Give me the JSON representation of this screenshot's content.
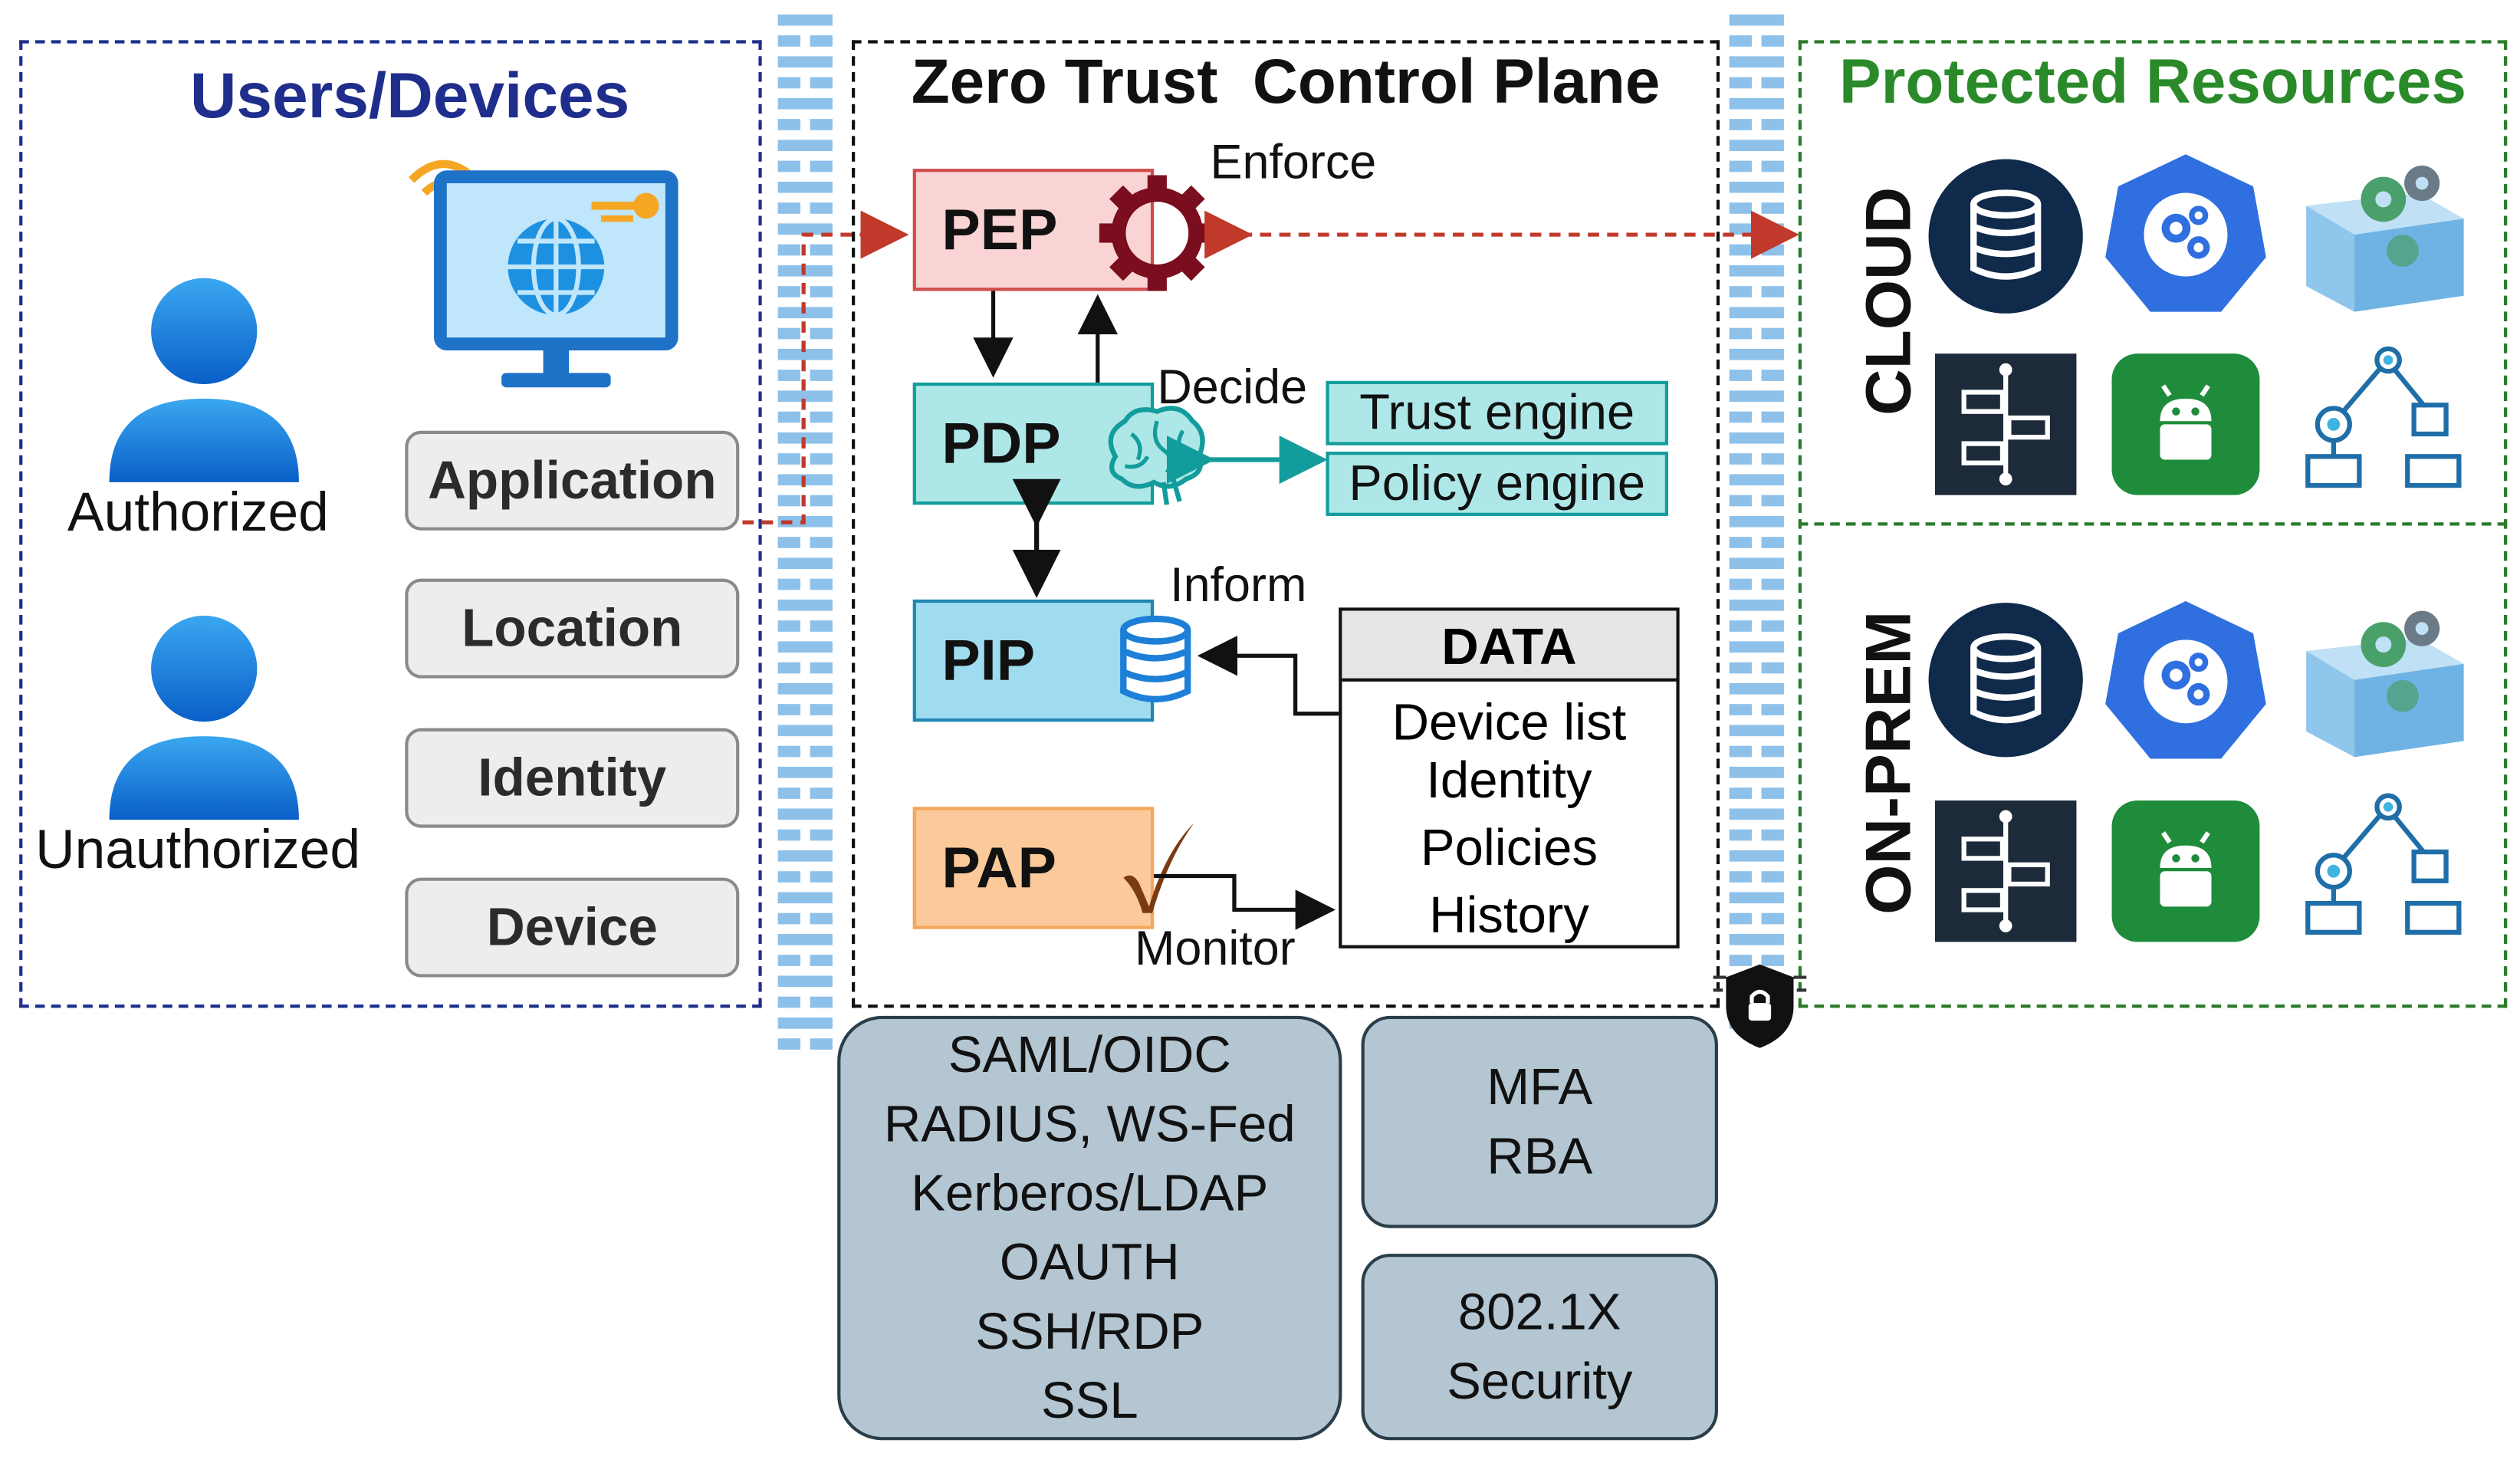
{
  "users_panel": {
    "title": "Users/Devices",
    "authorized_label": "Authorized",
    "unauthorized_label": "Unauthorized",
    "attributes": [
      "Application",
      "Location",
      "Identity",
      "Device"
    ]
  },
  "control_plane": {
    "title": "Zero Trust  Control Plane",
    "components": {
      "pep": "PEP",
      "pdp": "PDP",
      "pip": "PIP",
      "pap": "PAP"
    },
    "actions": {
      "enforce": "Enforce",
      "decide": "Decide",
      "inform": "Inform",
      "monitor": "Monitor"
    },
    "engines": [
      "Trust engine",
      "Policy engine"
    ],
    "data_box": {
      "header": "DATA",
      "items": [
        "Device list",
        "Identity",
        "Policies",
        "History"
      ]
    }
  },
  "resources_panel": {
    "title": "Protected Resources",
    "sections": [
      "CLOUD",
      "ON-PREM"
    ]
  },
  "protocols": {
    "left": [
      "SAML/OIDC",
      "RADIUS, WS-Fed",
      "Kerberos/LDAP",
      "OAUTH",
      "SSH/RDP",
      "SSL"
    ],
    "mfa": [
      "MFA",
      "RBA"
    ],
    "dot1x": [
      "802.1X",
      "Security"
    ]
  },
  "colors": {
    "users_border": "#1f2e8c",
    "resources_title": "#2a8a2a",
    "pep_fill": "#fad4d4",
    "pdp_fill": "#aee7e7",
    "pip_fill": "#9fdcf0",
    "pap_fill": "#fbc99a",
    "arrow_red": "#c0392b",
    "gear": "#7a0d1e"
  }
}
